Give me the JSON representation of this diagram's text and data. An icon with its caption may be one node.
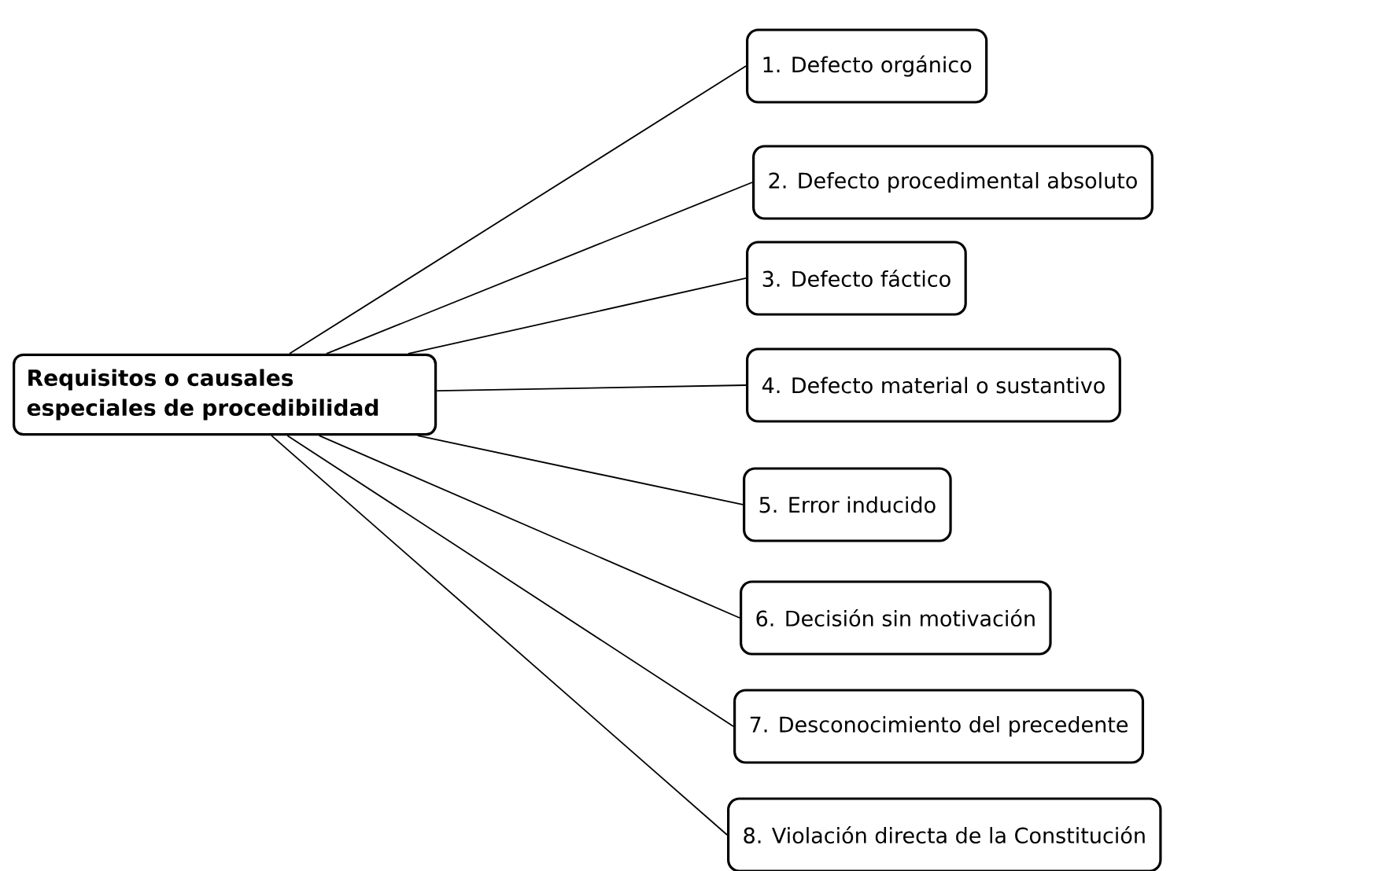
{
  "diagram": {
    "nodes": [
      {
        "text": [
          "Requisitos o causales especiales de procedibilidad"
        ]
      },
      {
        "text": [
          "1. Defecto orgánico"
        ]
      },
      {
        "text": [
          "2. Defecto procedimental absoluto"
        ]
      },
      {
        "text": [
          "3. Defecto fáctico"
        ]
      },
      {
        "text": [
          "4. Defecto material o sustantivo"
        ]
      },
      {
        "text": [
          "5. Error inducido"
        ]
      },
      {
        "text": [
          "6. Decisión sin motivación"
        ]
      },
      {
        "text": [
          "7. Desconocimiento del precedente"
        ]
      },
      {
        "text": [
          "8. Violación directa de la Constitución"
        ]
      }
    ],
    "edges": [
      {
        "from": 0,
        "to": 1,
        "arrow": "none"
      },
      {
        "from": 0,
        "to": 2,
        "arrow": "none"
      },
      {
        "from": 0,
        "to": 3,
        "arrow": "none"
      },
      {
        "from": 0,
        "to": 4,
        "arrow": "none"
      },
      {
        "from": 0,
        "to": 5,
        "arrow": "none"
      },
      {
        "from": 0,
        "to": 6,
        "arrow": "none"
      },
      {
        "from": 0,
        "to": 7,
        "arrow": "none"
      },
      {
        "from": 0,
        "to": 8,
        "arrow": "none"
      }
    ]
  }
}
